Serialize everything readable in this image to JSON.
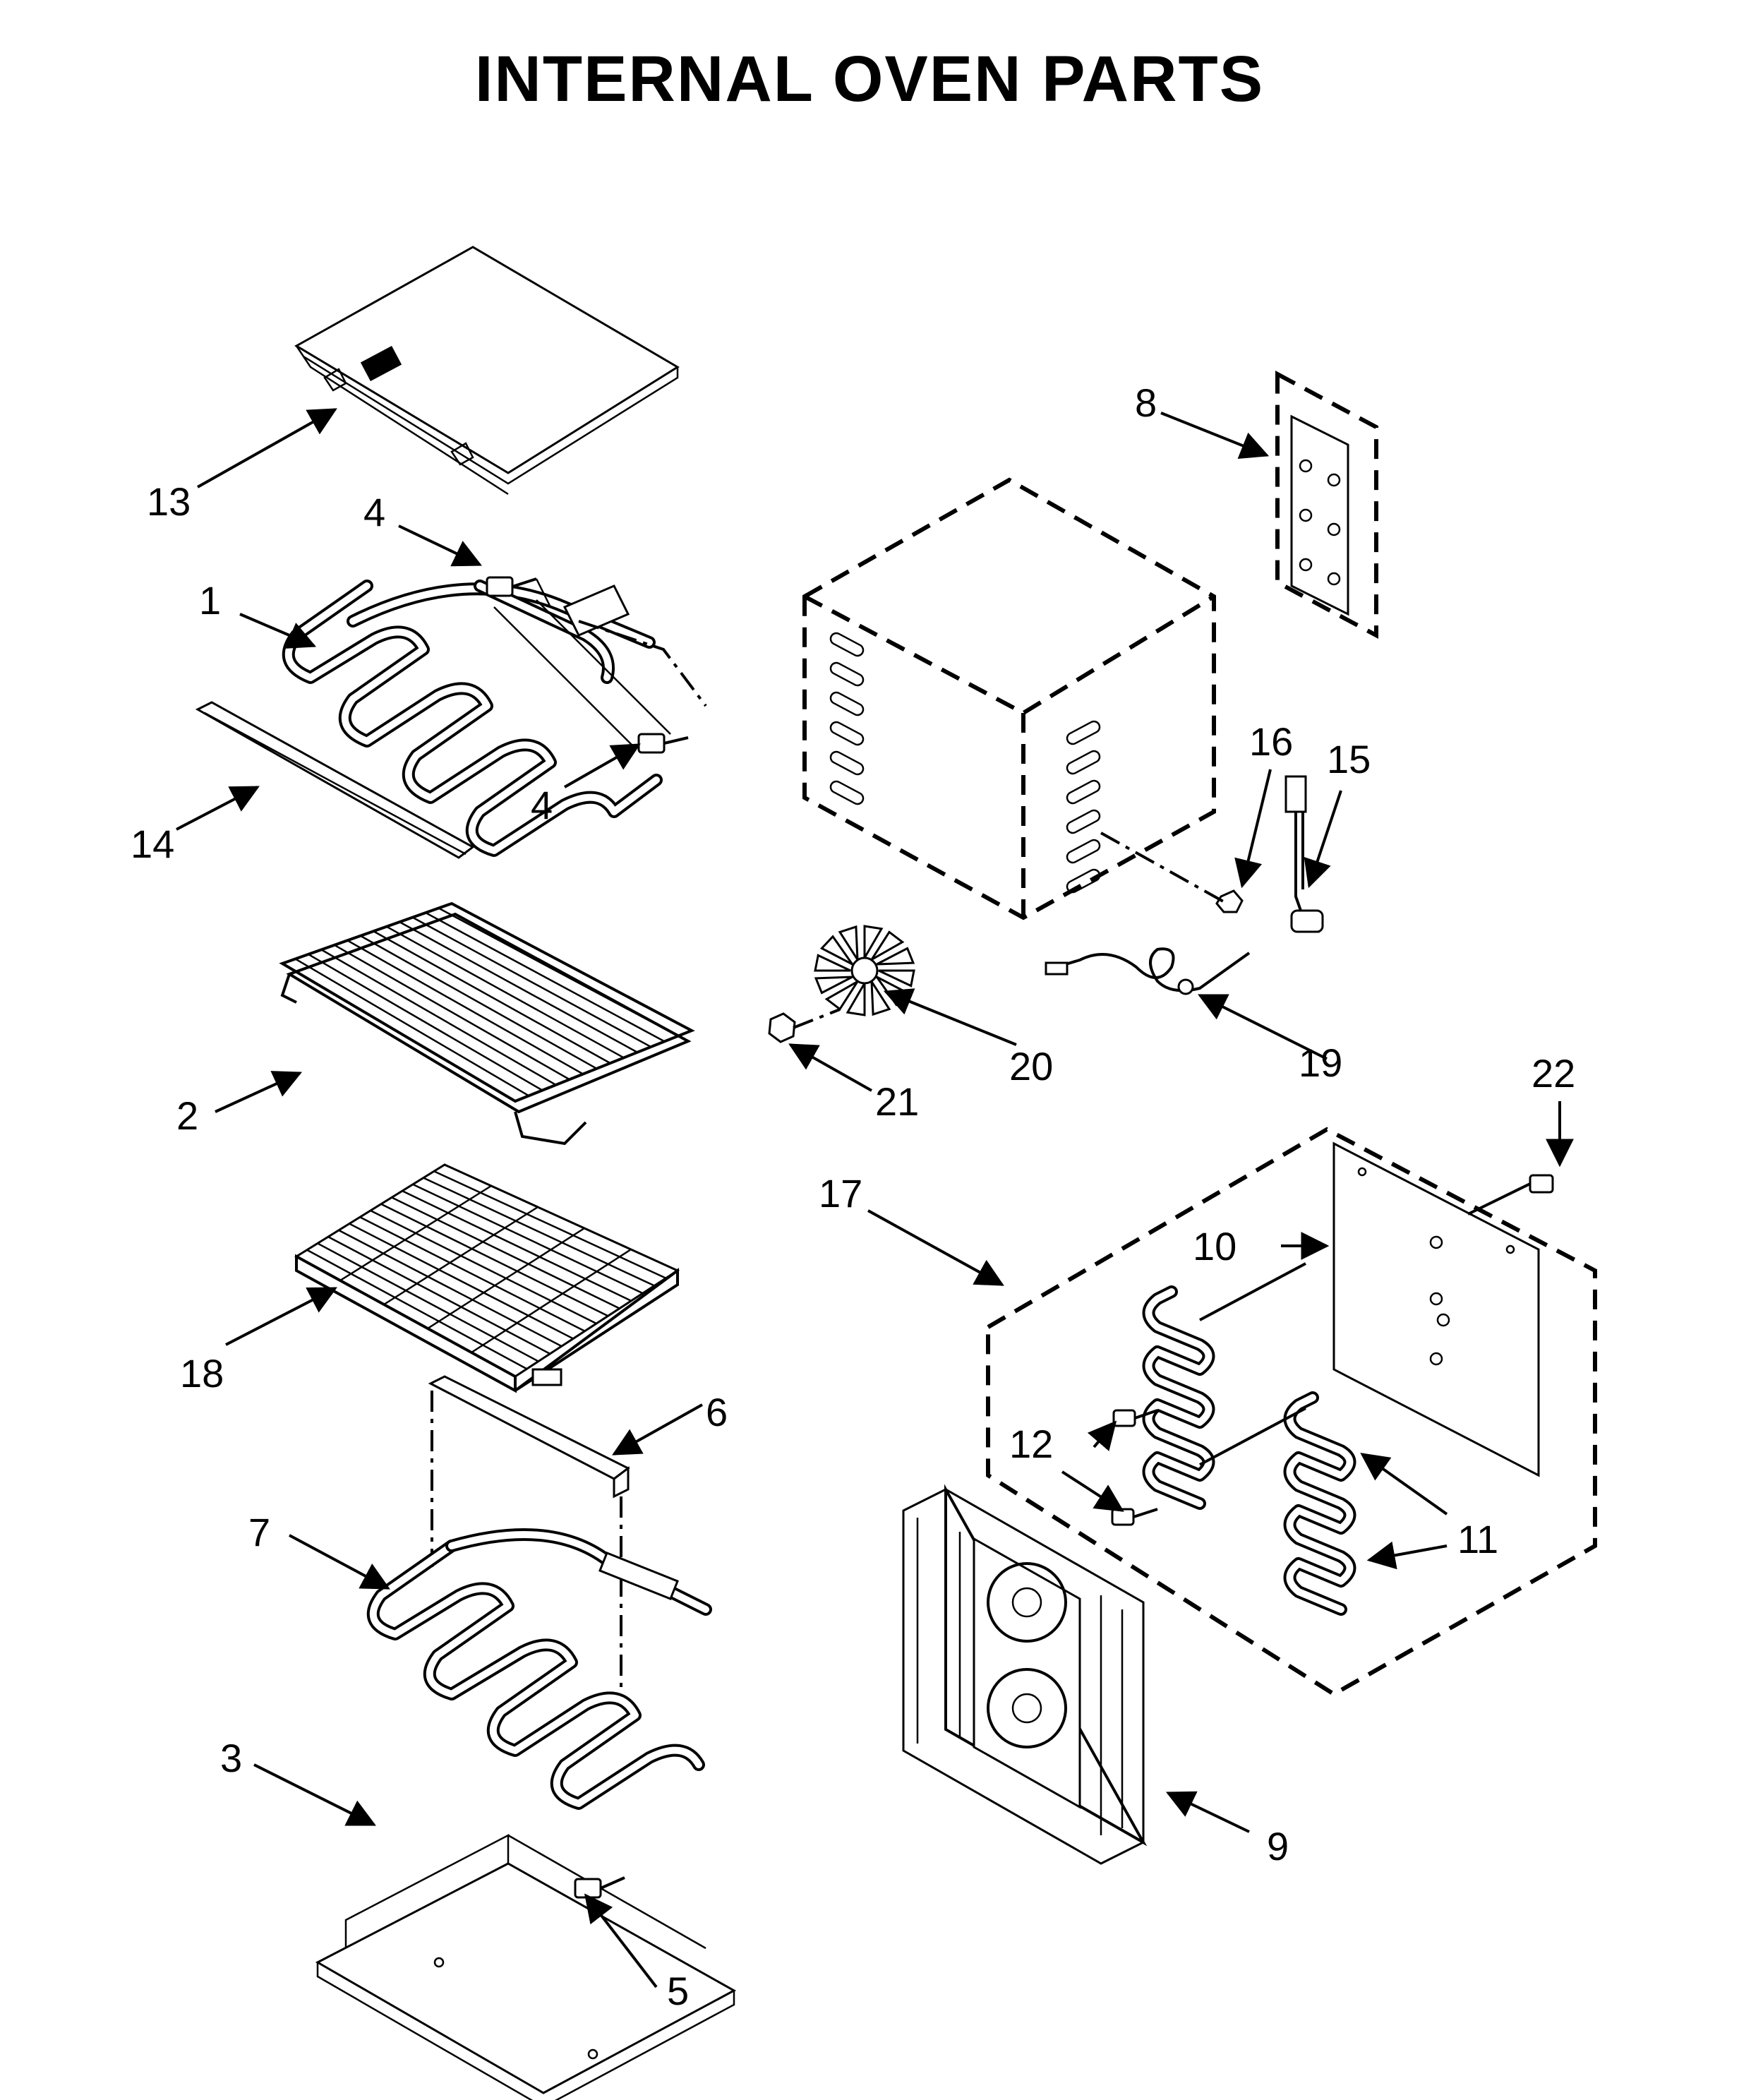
{
  "title": "INTERNAL OVEN PARTS",
  "callouts": [
    "1",
    "2",
    "3",
    "4",
    "4",
    "5",
    "6",
    "7",
    "8",
    "9",
    "10",
    "11",
    "12",
    "13",
    "14",
    "15",
    "16",
    "17",
    "18",
    "19",
    "20",
    "21",
    "22"
  ],
  "labels": {
    "c1": "1",
    "c2": "2",
    "c3": "3",
    "c4a": "4",
    "c4b": "4",
    "c5": "5",
    "c6": "6",
    "c7": "7",
    "c8": "8",
    "c9": "9",
    "c10": "10",
    "c11": "11",
    "c12": "12",
    "c13": "13",
    "c14": "14",
    "c15": "15",
    "c16": "16",
    "c17": "17",
    "c18": "18",
    "c19": "19",
    "c20": "20",
    "c21": "21",
    "c22": "22"
  }
}
